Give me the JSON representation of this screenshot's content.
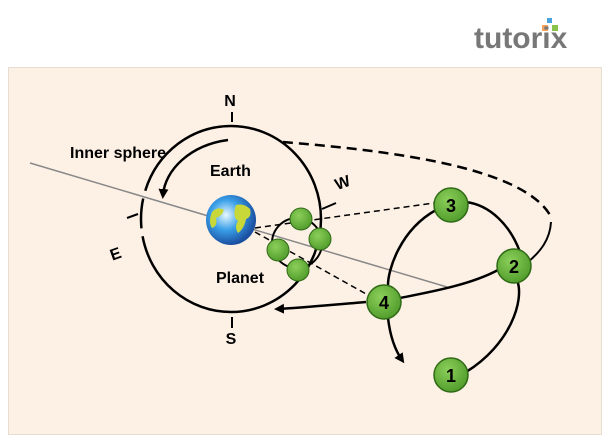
{
  "logo": {
    "text": "tutorix"
  },
  "labels": {
    "north": "N",
    "south": "S",
    "east": "E",
    "west": "W",
    "inner_sphere": "Inner sphere",
    "earth": "Earth",
    "planet": "Planet"
  },
  "positions": [
    "1",
    "2",
    "3",
    "4"
  ],
  "colors": {
    "background": "#fdf1e6",
    "planet": "#6db33f",
    "line": "#000000",
    "ecliptic": "#888888"
  }
}
